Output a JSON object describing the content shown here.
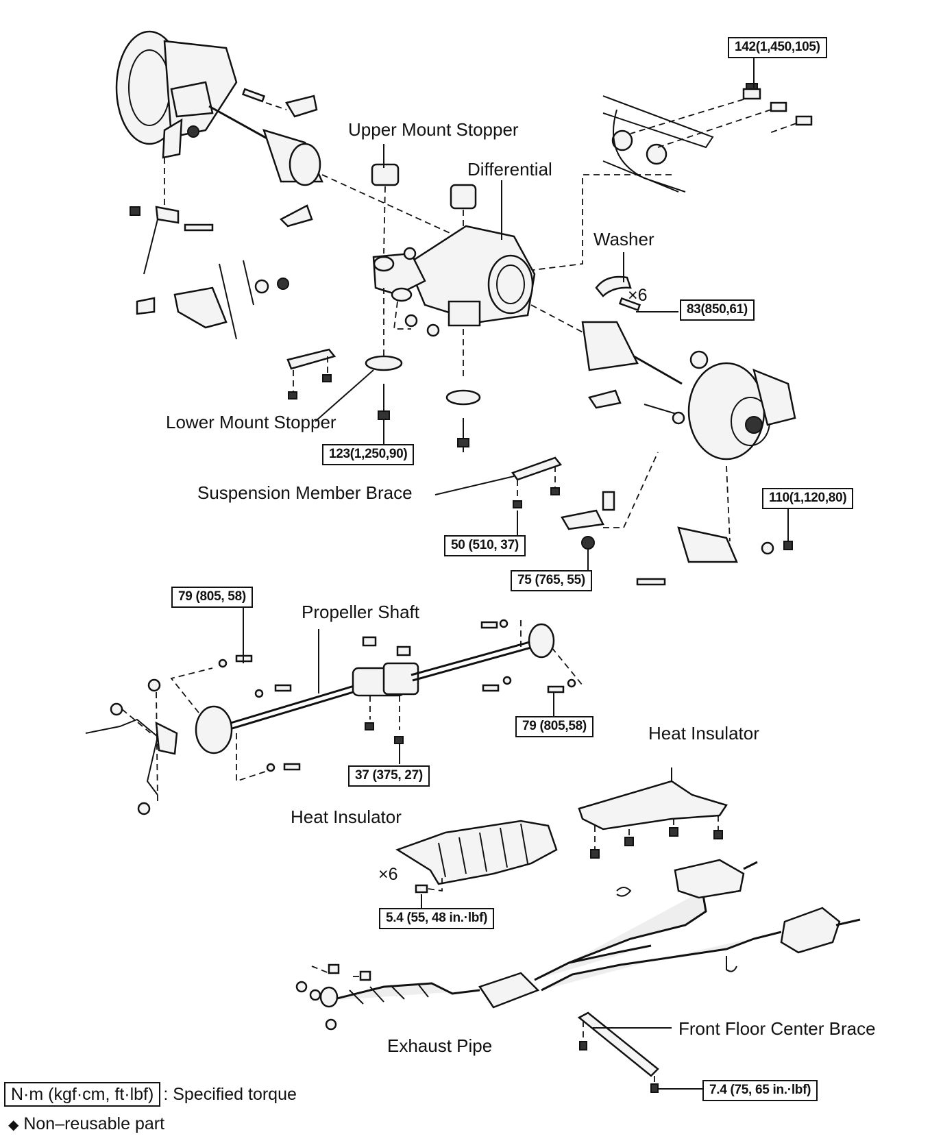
{
  "labels": {
    "upper_mount_stopper": "Upper Mount Stopper",
    "differential": "Differential",
    "washer": "Washer",
    "lower_mount_stopper": "Lower Mount Stopper",
    "suspension_member_brace": "Suspension Member Brace",
    "propeller_shaft": "Propeller Shaft",
    "heat_insulator_right": "Heat Insulator",
    "heat_insulator_center": "Heat Insulator",
    "exhaust_pipe": "Exhaust Pipe",
    "front_floor_center_brace": "Front Floor Center Brace"
  },
  "multipliers": {
    "washer_bolts": "×6",
    "insulator_bolts": "×6"
  },
  "torque": {
    "t142": "142(1,450,105)",
    "t83": "83(850,61)",
    "t123": "123(1,250,90)",
    "t110": "110(1,120,80)",
    "t50": "50 (510, 37)",
    "t75": "75 (765, 55)",
    "t79_left": "79 (805, 58)",
    "t79_right": "79 (805,58)",
    "t37": "37 (375, 27)",
    "t5_4": "5.4 (55, 48 in.·lbf)",
    "t7_4": "7.4 (75, 65 in.·lbf)"
  },
  "legend": {
    "torque_box": "N·m (kgf·cm, ft·lbf)",
    "torque_text": ": Specified torque",
    "nonreusable_symbol": "◆",
    "nonreusable_text": "Non–reusable part"
  }
}
